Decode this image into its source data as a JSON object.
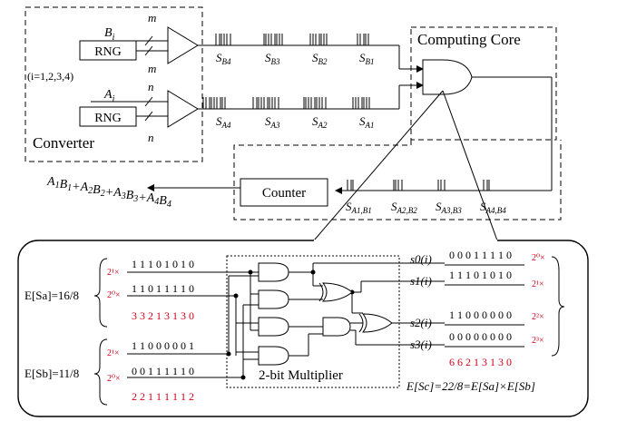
{
  "top": {
    "converter_label": "Converter",
    "computing_core_label": "Computing Core",
    "counter_label": "Counter",
    "rng_label": "RNG",
    "b_input": "B",
    "a_input": "A",
    "index_sub": "i",
    "index_range": "(i=1,2,3,4)",
    "bus_m": "m",
    "bus_n": "n",
    "sb_streams": [
      {
        "base": "S",
        "sub": "B4"
      },
      {
        "base": "S",
        "sub": "B3"
      },
      {
        "base": "S",
        "sub": "B2"
      },
      {
        "base": "S",
        "sub": "B1"
      }
    ],
    "sa_streams": [
      {
        "base": "S",
        "sub": "A4"
      },
      {
        "base": "S",
        "sub": "A3"
      },
      {
        "base": "S",
        "sub": "A2"
      },
      {
        "base": "S",
        "sub": "A1"
      }
    ],
    "out_streams": [
      {
        "base": "S",
        "sub": "A1,B1"
      },
      {
        "base": "S",
        "sub": "A2,B2"
      },
      {
        "base": "S",
        "sub": "A3,B3"
      },
      {
        "base": "S",
        "sub": "A4,B4"
      }
    ],
    "output_expression": "A1B1+A2B2+A3B3+A4B4"
  },
  "detail": {
    "multiplier_label": "2-bit Multiplier",
    "esa_label": "E[Sa]=16/8",
    "esb_label": "E[Sb]=11/8",
    "esc_label": "E[Sc]=22/8=E[Sa]×E[Sb]",
    "a_high_bits": "1 1 1 0 1 0 1 0",
    "a_low_bits": "1 1 0 1 1 1 1 0",
    "a_weights": "3 3 2 1 3 1 3 0",
    "b_high_bits": "1 1 0 0 0 0 0 1",
    "b_low_bits": "0 0 1 1 1 1 1 0",
    "b_weights": "2 2 1 1 1 1 1 2",
    "s0_label": "s0(i)",
    "s1_label": "s1(i)",
    "s2_label": "s2(i)",
    "s3_label": "s3(i)",
    "s0_bits": "0 0 0 1 1 1 1 0",
    "s1_bits": "1 1 1 0 1 0 1 0",
    "s2_bits": "1 1 0 0 0 0 0 0",
    "s3_bits": "0 0 0 0 0 0 0 0",
    "out_weights": "6 6 2 1 3 1 3 0",
    "w21": "2¹×",
    "w20": "2⁰×",
    "w22": "2²×",
    "w23": "2³×"
  },
  "colors": {
    "accent_red": "#d0021b",
    "line": "#000000"
  }
}
